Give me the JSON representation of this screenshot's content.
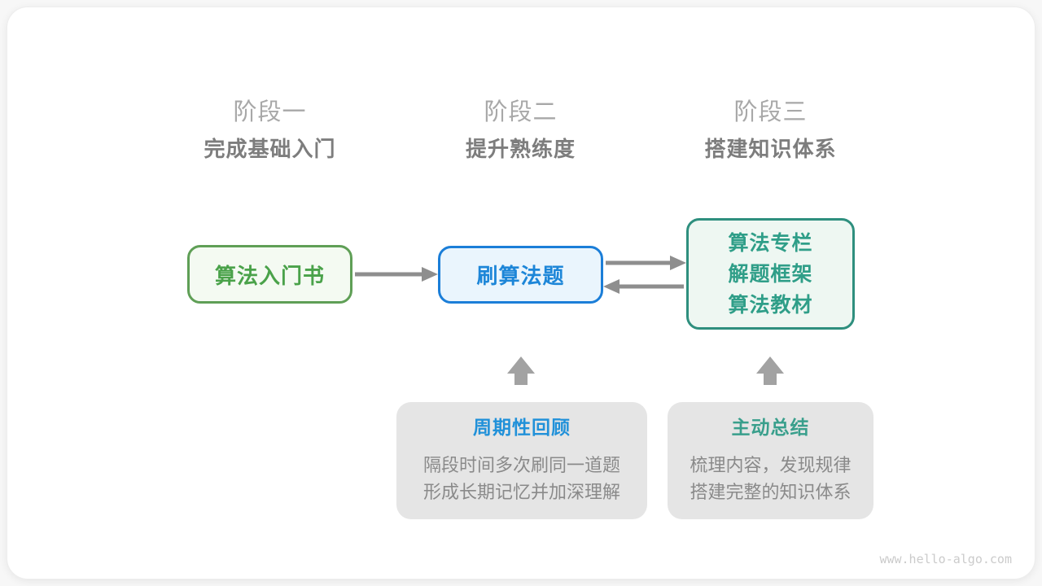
{
  "stages": [
    {
      "label": "阶段一",
      "subtitle": "完成基础入门"
    },
    {
      "label": "阶段二",
      "subtitle": "提升熟练度"
    },
    {
      "label": "阶段三",
      "subtitle": "搭建知识体系"
    }
  ],
  "nodes": {
    "beginner_book": {
      "label": "算法入门书"
    },
    "practice": {
      "label": "刷算法题"
    },
    "resources": {
      "lines": [
        "算法专栏",
        "解题框架",
        "算法教材"
      ]
    }
  },
  "notes": [
    {
      "title": "周期性回顾",
      "lines": [
        "隔段时间多次刷同一道题",
        "形成长期记忆并加深理解"
      ]
    },
    {
      "title": "主动总结",
      "lines": [
        "梳理内容，发现规律",
        "搭建完整的知识体系"
      ]
    }
  ],
  "icons": {
    "flow_arrow_right": "arrow-right-icon",
    "flow_arrow_left": "arrow-left-icon",
    "up_block_arrow": "arrow-up-icon"
  },
  "watermark": "www.hello-algo.com",
  "colors": {
    "page-bg": "#f7f7f7",
    "card-bg": "#ffffff",
    "stage-title": "#a8a8a8",
    "stage-subtitle": "#7d7d7d",
    "green-border": "#5f9f56",
    "green-bg": "#f4faf2",
    "green-text": "#4aa24a",
    "blue-border": "#1b7ed8",
    "blue-bg": "#eaf5fd",
    "blue-text": "#1d86d8",
    "teal-border": "#2e8f7e",
    "teal-bg": "#eef7f2",
    "teal-text": "#2f9e88",
    "note-bg": "#e5e5e5",
    "note-title-blue": "#2191d9",
    "note-title-teal": "#399f8c",
    "note-text": "#8a8a8a",
    "arrow": "#8e8e8e",
    "block-arrow": "#a2a2a2",
    "watermark": "#cbcbcb"
  }
}
